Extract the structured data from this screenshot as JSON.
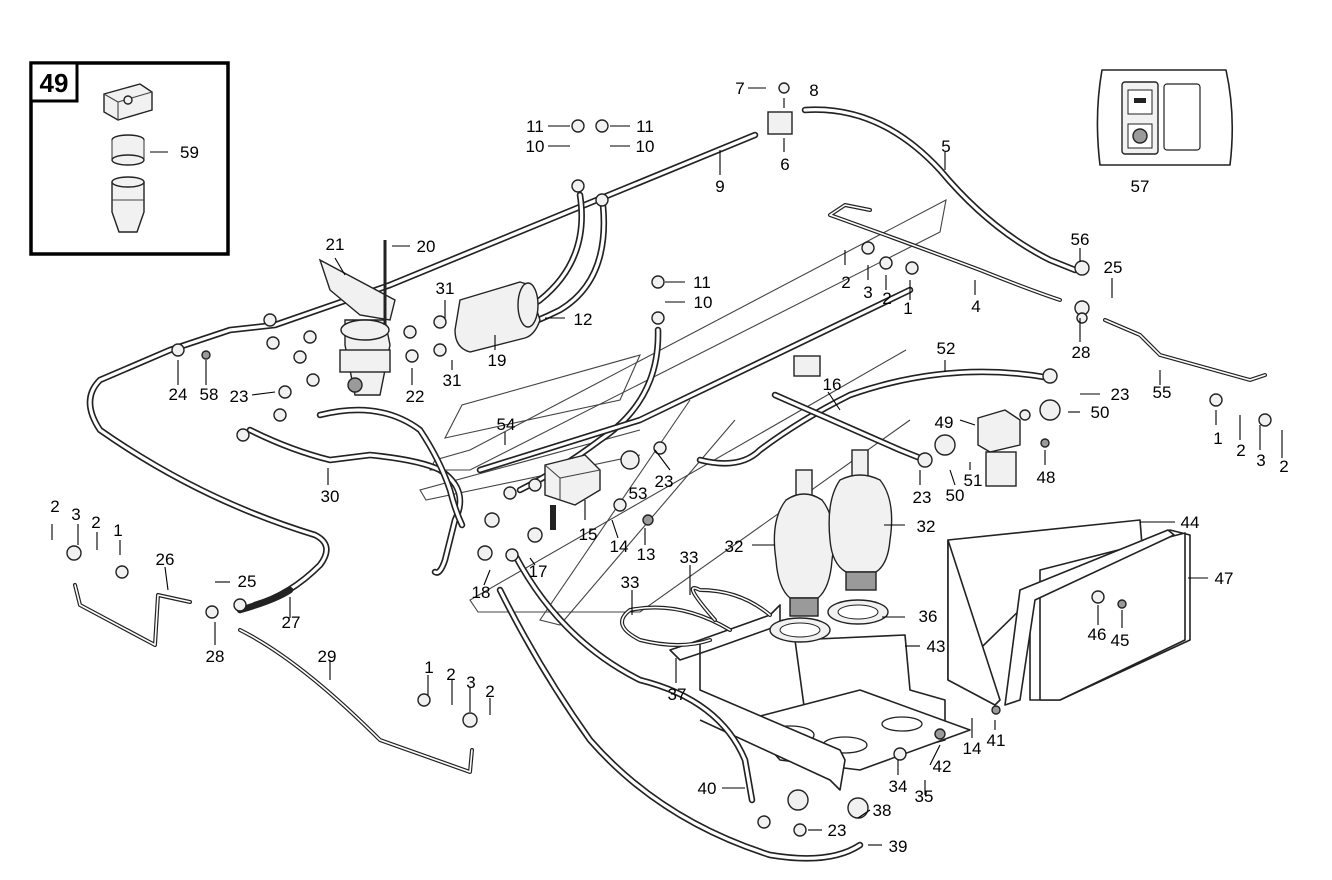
{
  "inset_tag": "49",
  "labels": [
    {
      "id": "l59",
      "text": "59"
    },
    {
      "id": "l57",
      "text": "57"
    },
    {
      "id": "l7",
      "text": "7"
    },
    {
      "id": "l8",
      "text": "8"
    },
    {
      "id": "l6",
      "text": "6"
    },
    {
      "id": "l5",
      "text": "5"
    },
    {
      "id": "l11a",
      "text": "11"
    },
    {
      "id": "l11b",
      "text": "11"
    },
    {
      "id": "l10a",
      "text": "10"
    },
    {
      "id": "l10b",
      "text": "10"
    },
    {
      "id": "l9",
      "text": "9"
    },
    {
      "id": "l21",
      "text": "21"
    },
    {
      "id": "l20",
      "text": "20"
    },
    {
      "id": "l56",
      "text": "56"
    },
    {
      "id": "l25a",
      "text": "25"
    },
    {
      "id": "l2a",
      "text": "2"
    },
    {
      "id": "l3a",
      "text": "3"
    },
    {
      "id": "l2b",
      "text": "2"
    },
    {
      "id": "l1a",
      "text": "1"
    },
    {
      "id": "l4",
      "text": "4"
    },
    {
      "id": "l28a",
      "text": "28"
    },
    {
      "id": "l11c",
      "text": "11"
    },
    {
      "id": "l10c",
      "text": "10"
    },
    {
      "id": "l31a",
      "text": "31"
    },
    {
      "id": "l12",
      "text": "12"
    },
    {
      "id": "l19",
      "text": "19"
    },
    {
      "id": "l31b",
      "text": "31"
    },
    {
      "id": "l22",
      "text": "22"
    },
    {
      "id": "l24",
      "text": "24"
    },
    {
      "id": "l58",
      "text": "58"
    },
    {
      "id": "l23a",
      "text": "23"
    },
    {
      "id": "l52",
      "text": "52"
    },
    {
      "id": "l16",
      "text": "16"
    },
    {
      "id": "l23b",
      "text": "23"
    },
    {
      "id": "l55",
      "text": "55"
    },
    {
      "id": "l49",
      "text": "49"
    },
    {
      "id": "l50a",
      "text": "50"
    },
    {
      "id": "l54",
      "text": "54"
    },
    {
      "id": "l1b",
      "text": "1"
    },
    {
      "id": "l2c",
      "text": "2"
    },
    {
      "id": "l3b",
      "text": "3"
    },
    {
      "id": "l2d",
      "text": "2"
    },
    {
      "id": "l23c",
      "text": "23"
    },
    {
      "id": "l53",
      "text": "53"
    },
    {
      "id": "l23d",
      "text": "23"
    },
    {
      "id": "l50b",
      "text": "50"
    },
    {
      "id": "l51",
      "text": "51"
    },
    {
      "id": "l48",
      "text": "48"
    },
    {
      "id": "l30",
      "text": "30"
    },
    {
      "id": "l15",
      "text": "15"
    },
    {
      "id": "l14a",
      "text": "14"
    },
    {
      "id": "l13",
      "text": "13"
    },
    {
      "id": "l32a",
      "text": "32"
    },
    {
      "id": "l32b",
      "text": "32"
    },
    {
      "id": "l44",
      "text": "44"
    },
    {
      "id": "l47",
      "text": "47"
    },
    {
      "id": "l2e",
      "text": "2"
    },
    {
      "id": "l3c",
      "text": "3"
    },
    {
      "id": "l2f",
      "text": "2"
    },
    {
      "id": "l1c",
      "text": "1"
    },
    {
      "id": "l26",
      "text": "26"
    },
    {
      "id": "l25b",
      "text": "25"
    },
    {
      "id": "l17",
      "text": "17"
    },
    {
      "id": "l18",
      "text": "18"
    },
    {
      "id": "l33a",
      "text": "33"
    },
    {
      "id": "l33b",
      "text": "33"
    },
    {
      "id": "l36",
      "text": "36"
    },
    {
      "id": "l27",
      "text": "27"
    },
    {
      "id": "l28b",
      "text": "28"
    },
    {
      "id": "l29",
      "text": "29"
    },
    {
      "id": "l43",
      "text": "43"
    },
    {
      "id": "l46",
      "text": "46"
    },
    {
      "id": "l45",
      "text": "45"
    },
    {
      "id": "l1d",
      "text": "1"
    },
    {
      "id": "l2g",
      "text": "2"
    },
    {
      "id": "l3d",
      "text": "3"
    },
    {
      "id": "l2h",
      "text": "2"
    },
    {
      "id": "l37",
      "text": "37"
    },
    {
      "id": "l41",
      "text": "41"
    },
    {
      "id": "l14b",
      "text": "14"
    },
    {
      "id": "l42",
      "text": "42"
    },
    {
      "id": "l34",
      "text": "34"
    },
    {
      "id": "l35",
      "text": "35"
    },
    {
      "id": "l40",
      "text": "40"
    },
    {
      "id": "l38",
      "text": "38"
    },
    {
      "id": "l23e",
      "text": "23"
    },
    {
      "id": "l39",
      "text": "39"
    }
  ]
}
